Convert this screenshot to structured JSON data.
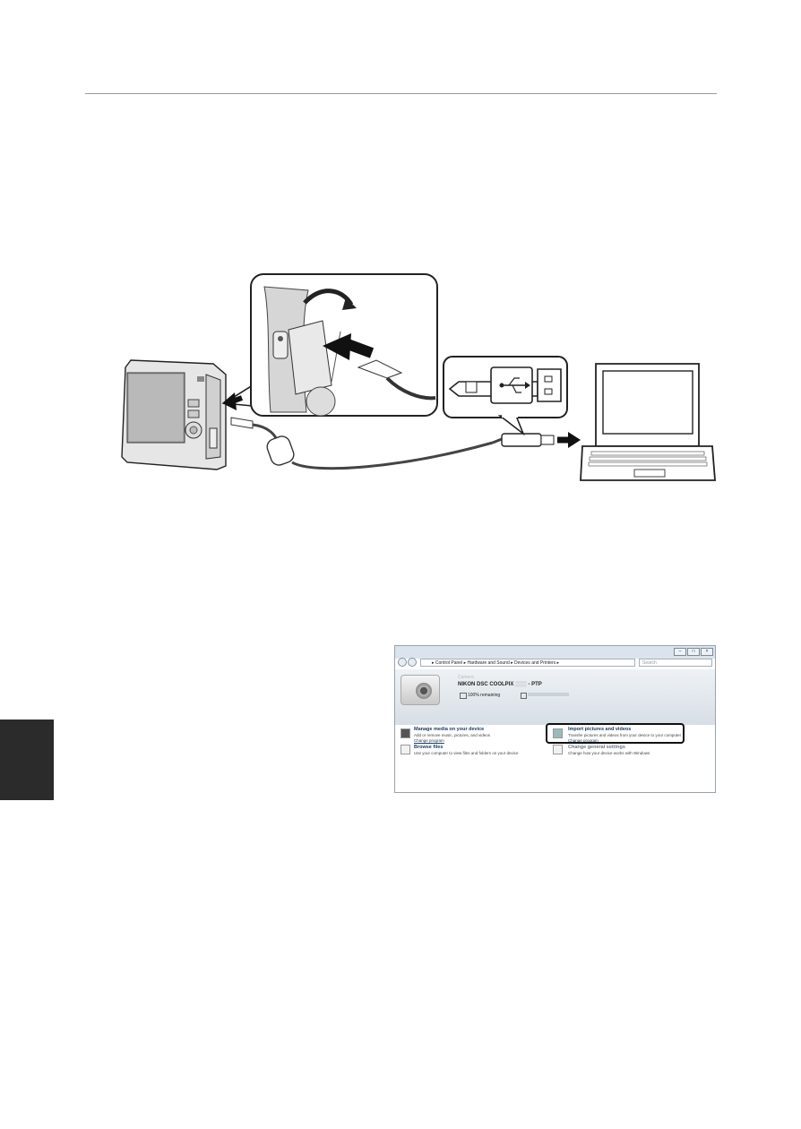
{
  "window": {
    "breadcrumb": "▸ Control Panel ▸ Hardware and Sound ▸ Devices and Printers ▸",
    "search_placeholder": "Search",
    "device_category": "Camera",
    "device_name": "NIKON DSC COOLPIX",
    "device_model_suffix": "PTP",
    "battery_status": "100% remaining",
    "options": [
      {
        "title": "Manage media on your device",
        "desc": "Add or remove music, pictures, and videos",
        "link": "Change program"
      },
      {
        "title": "Browse files",
        "desc": "Use your computer to view files and folders on your device",
        "link": ""
      },
      {
        "title": "Import pictures and videos",
        "desc": "Transfer pictures and videos from your device to your computer",
        "link": "Change program"
      },
      {
        "title": "Change general settings",
        "desc": "Change how your device works with Windows",
        "link": ""
      }
    ]
  }
}
